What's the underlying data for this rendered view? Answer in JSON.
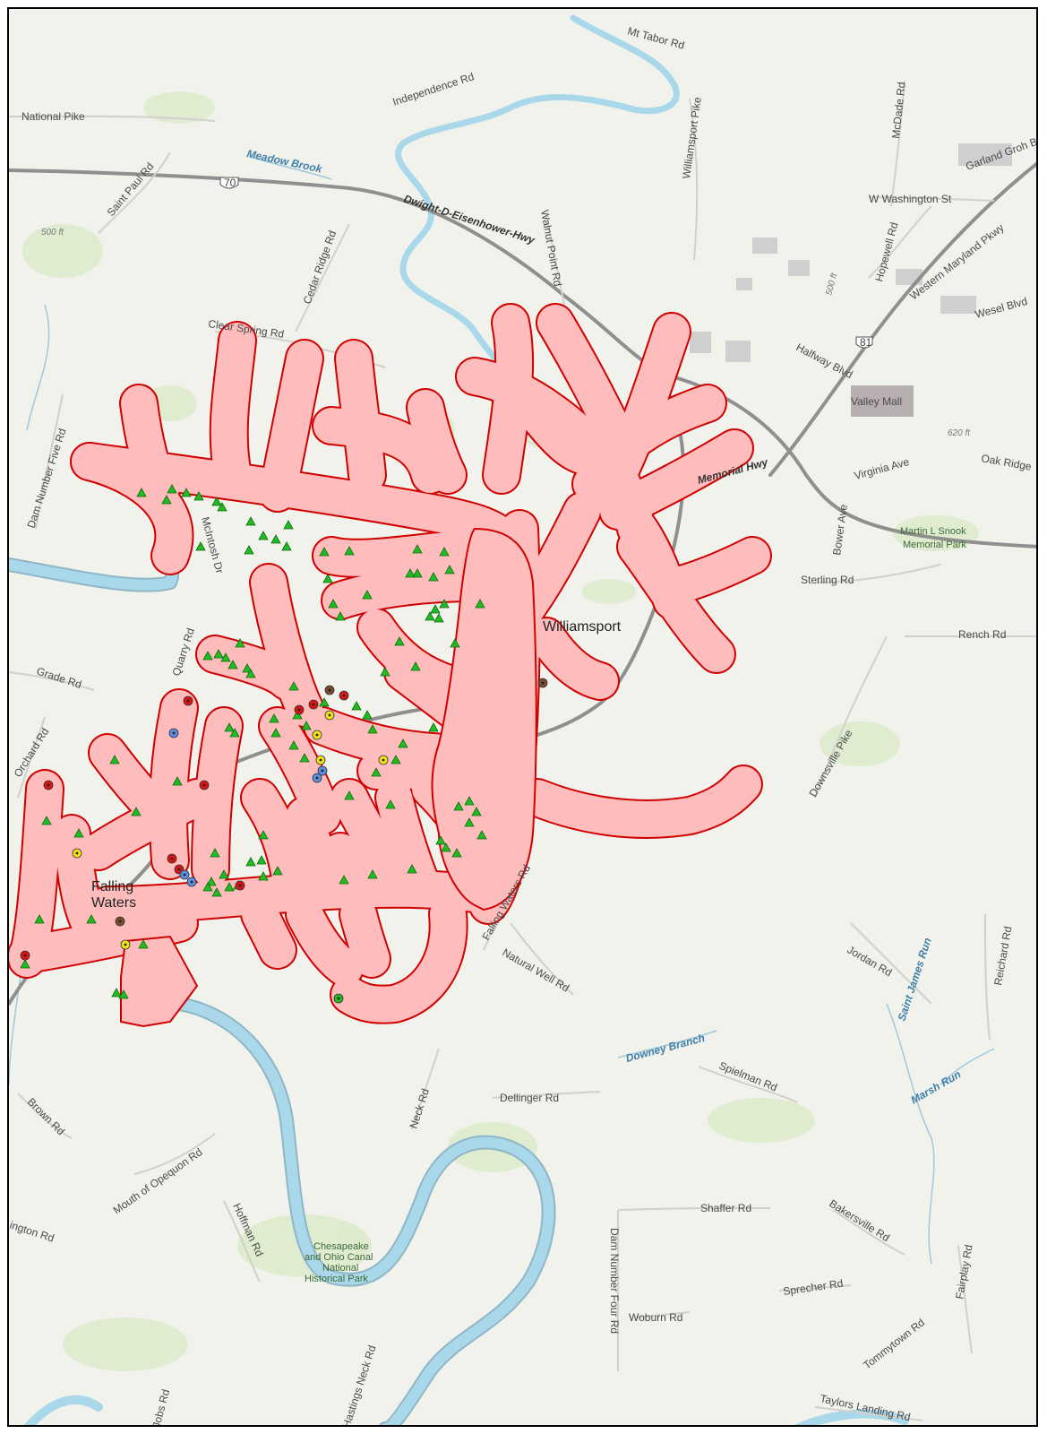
{
  "map": {
    "colors": {
      "background": "#f1f2ec",
      "river": "#a9d8ea",
      "river_edge": "#8fb6c7",
      "highway": "#8f8f8f",
      "road": "#d0d0cc",
      "buffer_fill": "#ffbcbc",
      "buffer_stroke": "#d10000",
      "park": "#d6e8c0",
      "green_triangle": "#22bb22",
      "red_marker": "#d81414",
      "yellow_marker": "#f1e21a",
      "blue_marker": "#5b8ee0",
      "brown_marker": "#7a4a2e"
    },
    "labels": {
      "mt_tabor_rd": "Mt Tabor Rd",
      "independence_rd": "Independence Rd",
      "national_pike": "National Pike",
      "meadow_brook": "Meadow Brook",
      "i70_shield": "70",
      "saint_paul_rd": "Saint Paul Rd",
      "elev_500_w": "500 ft",
      "dwight_hwy": "Dwight-D-Eisenhower-Hwy",
      "walnut_point_rd": "Walnut Point Rd",
      "williamsport_pike": "Williamsport Pike",
      "mcdade_rd": "McDade Rd",
      "garland_groh_blvd": "Garland Groh Blvd",
      "w_washington_st": "W Washington St",
      "hopewell_rd": "Hopewell Rd",
      "western_md_pkwy": "Western Maryland Pkwy",
      "elev_500_e": "500 ft",
      "wesel_blvd": "Wesel Blvd",
      "cedar_ridge_rd": "Cedar Ridge Rd",
      "clear_spring_rd": "Clear Spring Rd",
      "i81_shield": "81",
      "halfway_blvd": "Halfway Blvd",
      "valley_mall": "Valley Mall",
      "elev_620": "620 ft",
      "virginia_ave": "Virginia Ave",
      "oak_ridge": "Oak Ridge",
      "memorial_hwy": "Memorial Hwy",
      "bower_ave": "Bower Ave",
      "martin_snook_park_1": "Martin L Snook",
      "martin_snook_park_2": "Memorial Park",
      "sterling_rd": "Sterling Rd",
      "dam_number_five_rd": "Dam Number Five Rd",
      "mcintosh_dr": "McIntosh Dr",
      "quarry_rd": "Quarry Rd",
      "grade_rd": "Grade Rd",
      "williamsport_town": "Williamsport",
      "rench_rd": "Rench Rd",
      "orchard_rd": "Orchard Rd",
      "downsville_pike": "Downsville Pike",
      "falling_waters_1": "Falling",
      "falling_waters_2": "Waters",
      "falling_waters_rd": "Falling Waters Rd",
      "natural_well_rd": "Natural Well Rd",
      "jordan_rd": "Jordan Rd",
      "saint_james_run": "Saint James Run",
      "reichard_rd": "Reichard Rd",
      "downey_branch": "Downey Branch",
      "spielman_rd": "Spielman Rd",
      "marsh_run": "Marsh Run",
      "brown_rd": "Brown Rd",
      "dellinger_rd": "Dellinger Rd",
      "neck_rd": "Neck Rd",
      "mouth_of_opequon_rd": "Mouth of Opequon Rd",
      "hoffman_rd": "Hoffman Rd",
      "c_o_canal_1": "Chesapeake",
      "c_o_canal_2": "and Ohio Canal",
      "c_o_canal_3": "National",
      "c_o_canal_4": "Historical Park",
      "dam_number_four_rd": "Dam Number Four Rd",
      "shaffer_rd": "Shaffer Rd",
      "bakersville_rd": "Bakersville Rd",
      "fairplay_rd": "Fairplay Rd",
      "sprecher_rd": "Sprecher Rd",
      "woburn_rd": "Woburn Rd",
      "tommytown_rd": "Tommytown Rd",
      "taylors_landing_rd": "Taylors Landing Rd",
      "ington_rd": "ington Rd",
      "jobs_rd": "Jobs Rd",
      "hastings_neck_rd": "Hastings Neck Rd"
    }
  }
}
